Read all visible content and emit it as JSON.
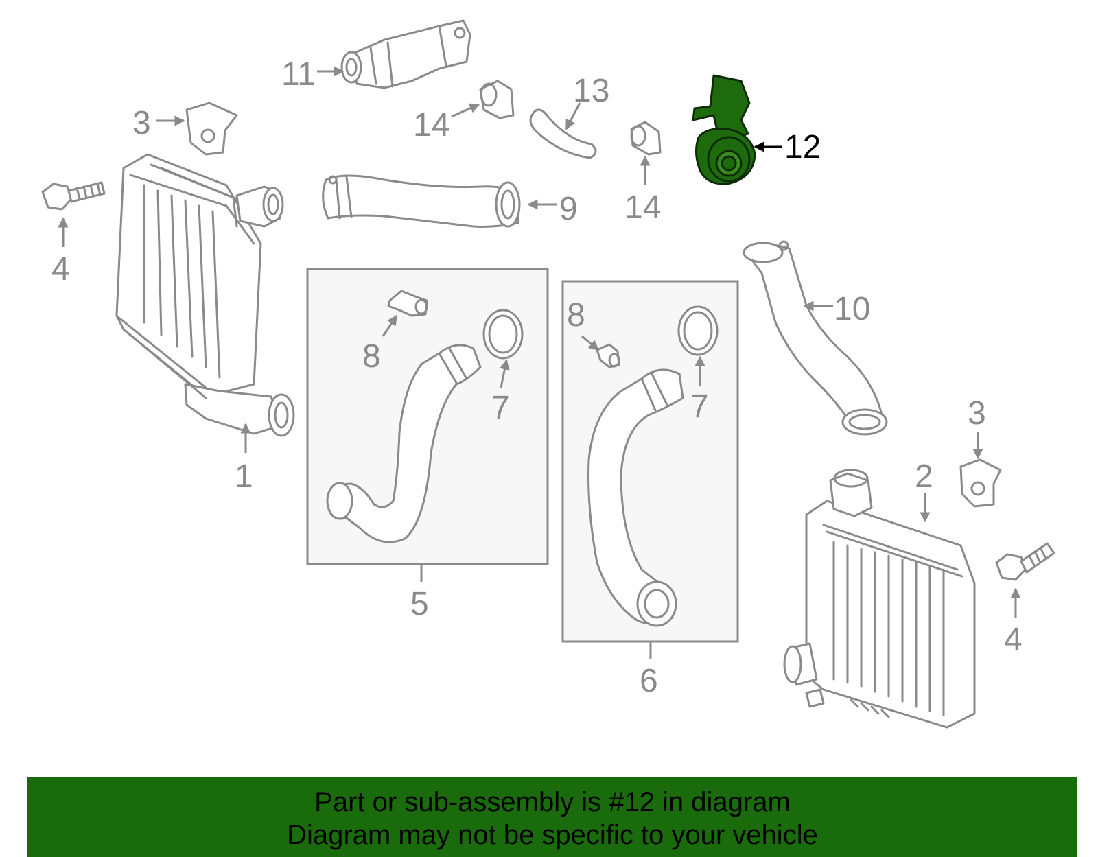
{
  "callouts": {
    "c1": "1",
    "c2": "2",
    "c3a": "3",
    "c3b": "3",
    "c4a": "4",
    "c4b": "4",
    "c5": "5",
    "c6": "6",
    "c7a": "7",
    "c7b": "7",
    "c8a": "8",
    "c8b": "8",
    "c9": "9",
    "c10": "10",
    "c11": "11",
    "c12": "12",
    "c13": "13",
    "c14a": "14",
    "c14b": "14"
  },
  "highlighted_part": "12",
  "colors": {
    "highlight": "#1d6b0d",
    "banner": "#1a6b0b",
    "line_art": "#8a8a8a"
  },
  "banner": {
    "line1": "Part or sub-assembly is #12 in diagram",
    "line2": "Diagram may not be specific to your vehicle"
  }
}
